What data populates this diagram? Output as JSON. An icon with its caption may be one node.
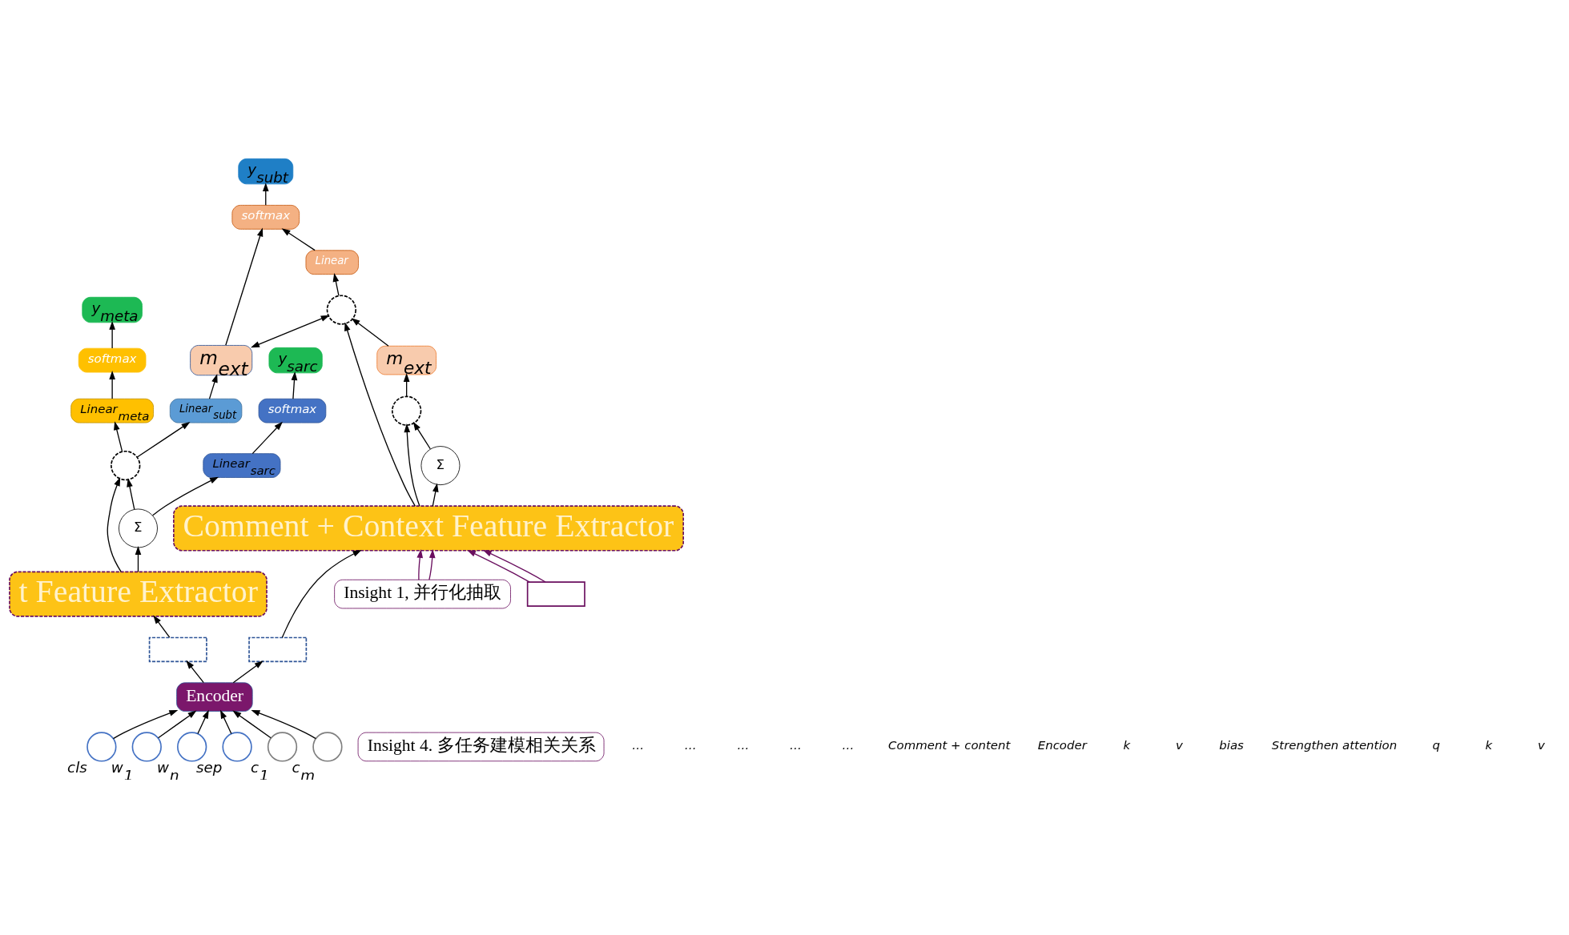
{
  "diagram": {
    "nodes": [
      {
        "text": [
          "y$_{sarc}$"
        ]
      },
      {
        "text": [
          "softmax"
        ]
      },
      {
        "text": [
          "Linear$_{sarc}$"
        ]
      },
      {
        "text": [
          "y$_{meta}$"
        ]
      },
      {
        "text": [
          "softmax"
        ]
      },
      {
        "text": [
          "Linear$_{meta}$"
        ]
      },
      {
        "text": [
          "Linear$_{subt}$"
        ]
      },
      {
        "text": [
          "m$_{ext}$"
        ]
      },
      {
        "text": [
          "y$_{subt}$"
        ]
      },
      {
        "text": [
          "softmax"
        ]
      },
      {
        "text": [
          "Linear"
        ]
      },
      {
        "text": [],
        "shape": "circle"
      },
      {
        "text": [],
        "shape": "circle"
      },
      {
        "text": [
          "m$_{ext}$"
        ]
      },
      {
        "text": [],
        "shape": "circle"
      },
      {
        "text": [
          "Σ"
        ]
      },
      {
        "text": [
          "Σ"
        ]
      },
      {
        "text": [
          "t Feature Extractor"
        ]
      },
      {
        "text": [
          "Comment + Context Feature Extractor"
        ]
      },
      {
        "text": [
          "Encoder"
        ]
      },
      {
        "text": [],
        "shape": "circle",
        "beside": [
          "cls"
        ]
      },
      {
        "text": [],
        "shape": "circle",
        "beside": [
          "w$_{1}$"
        ]
      },
      {
        "text": [],
        "shape": "circle",
        "beside": [
          "w$_{n}$"
        ]
      },
      {
        "text": [],
        "shape": "circle",
        "beside": [
          "sep"
        ]
      },
      {
        "text": [],
        "shape": "circle",
        "beside": [
          "c$_{1}$"
        ]
      },
      {
        "text": [],
        "shape": "circle",
        "beside": [
          "c$_{m}$"
        ]
      },
      {
        "text": [],
        "shape": "box"
      },
      {
        "text": [],
        "shape": "box"
      },
      {
        "text": [
          "Insight 4. 多任务建模相关关系"
        ]
      },
      {
        "text": [
          "Insight 1, 并行化抽取"
        ]
      },
      {
        "text": [],
        "shape": "box"
      }
    ],
    "edges": [
      {
        "from": 1,
        "to": 0,
        "arrow": "to"
      },
      {
        "from": 2,
        "to": 1,
        "arrow": "to"
      },
      {
        "from": 4,
        "to": 3,
        "arrow": "to"
      },
      {
        "from": 5,
        "to": 4,
        "arrow": "to"
      },
      {
        "from": 9,
        "to": 8,
        "arrow": "to"
      },
      {
        "from": 10,
        "to": 9,
        "arrow": "to"
      },
      {
        "from": 12,
        "to": 10,
        "arrow": "to"
      },
      {
        "from": 15,
        "to": 2,
        "arrow": "to"
      },
      {
        "from": 11,
        "to": 5,
        "arrow": "to"
      },
      {
        "from": 11,
        "to": 6,
        "arrow": "to"
      },
      {
        "from": 15,
        "to": 11,
        "arrow": "to"
      },
      {
        "from": 6,
        "to": 7,
        "arrow": "to"
      },
      {
        "from": 7,
        "to": 9,
        "arrow": "to"
      },
      {
        "from": 7,
        "to": 12,
        "arrow": "both"
      },
      {
        "from": 13,
        "to": 12,
        "arrow": "to"
      },
      {
        "from": 14,
        "to": 13,
        "arrow": "to"
      },
      {
        "from": 16,
        "to": 14,
        "arrow": "to"
      },
      {
        "from": 17,
        "to": 15,
        "arrow": "to"
      },
      {
        "from": 17,
        "to": 11,
        "arrow": "to"
      },
      {
        "from": 18,
        "to": 16,
        "arrow": "to"
      },
      {
        "from": 18,
        "to": 14,
        "arrow": "to"
      },
      {
        "from": 18,
        "to": 12,
        "arrow": "to"
      },
      {
        "from": 26,
        "to": 17,
        "arrow": "to"
      },
      {
        "from": 27,
        "to": 18,
        "arrow": "to"
      },
      {
        "from": 19,
        "to": 26,
        "arrow": "to"
      },
      {
        "from": 19,
        "to": 27,
        "arrow": "to"
      },
      {
        "from": 20,
        "to": 19,
        "arrow": "to"
      },
      {
        "from": 21,
        "to": 19,
        "arrow": "to"
      },
      {
        "from": 22,
        "to": 19,
        "arrow": "to"
      },
      {
        "from": 23,
        "to": 19,
        "arrow": "to"
      },
      {
        "from": 24,
        "to": 19,
        "arrow": "to"
      },
      {
        "from": 25,
        "to": 19,
        "arrow": "to"
      },
      {
        "from": 29,
        "to": 18,
        "arrow": "to",
        "color": "#6a0f5f"
      },
      {
        "from": 29,
        "to": 18,
        "arrow": "to",
        "color": "#6a0f5f"
      },
      {
        "from": 30,
        "to": 18,
        "arrow": "to",
        "color": "#6a0f5f"
      },
      {
        "from": 30,
        "to": 18,
        "arrow": "to",
        "color": "#6a0f5f"
      }
    ],
    "labels": [
      "…",
      "…",
      "…",
      "…",
      "…",
      "Comment + content",
      "Encoder",
      "k",
      "v",
      "bias",
      "Strengthen attention",
      "q",
      "k",
      "v"
    ]
  }
}
